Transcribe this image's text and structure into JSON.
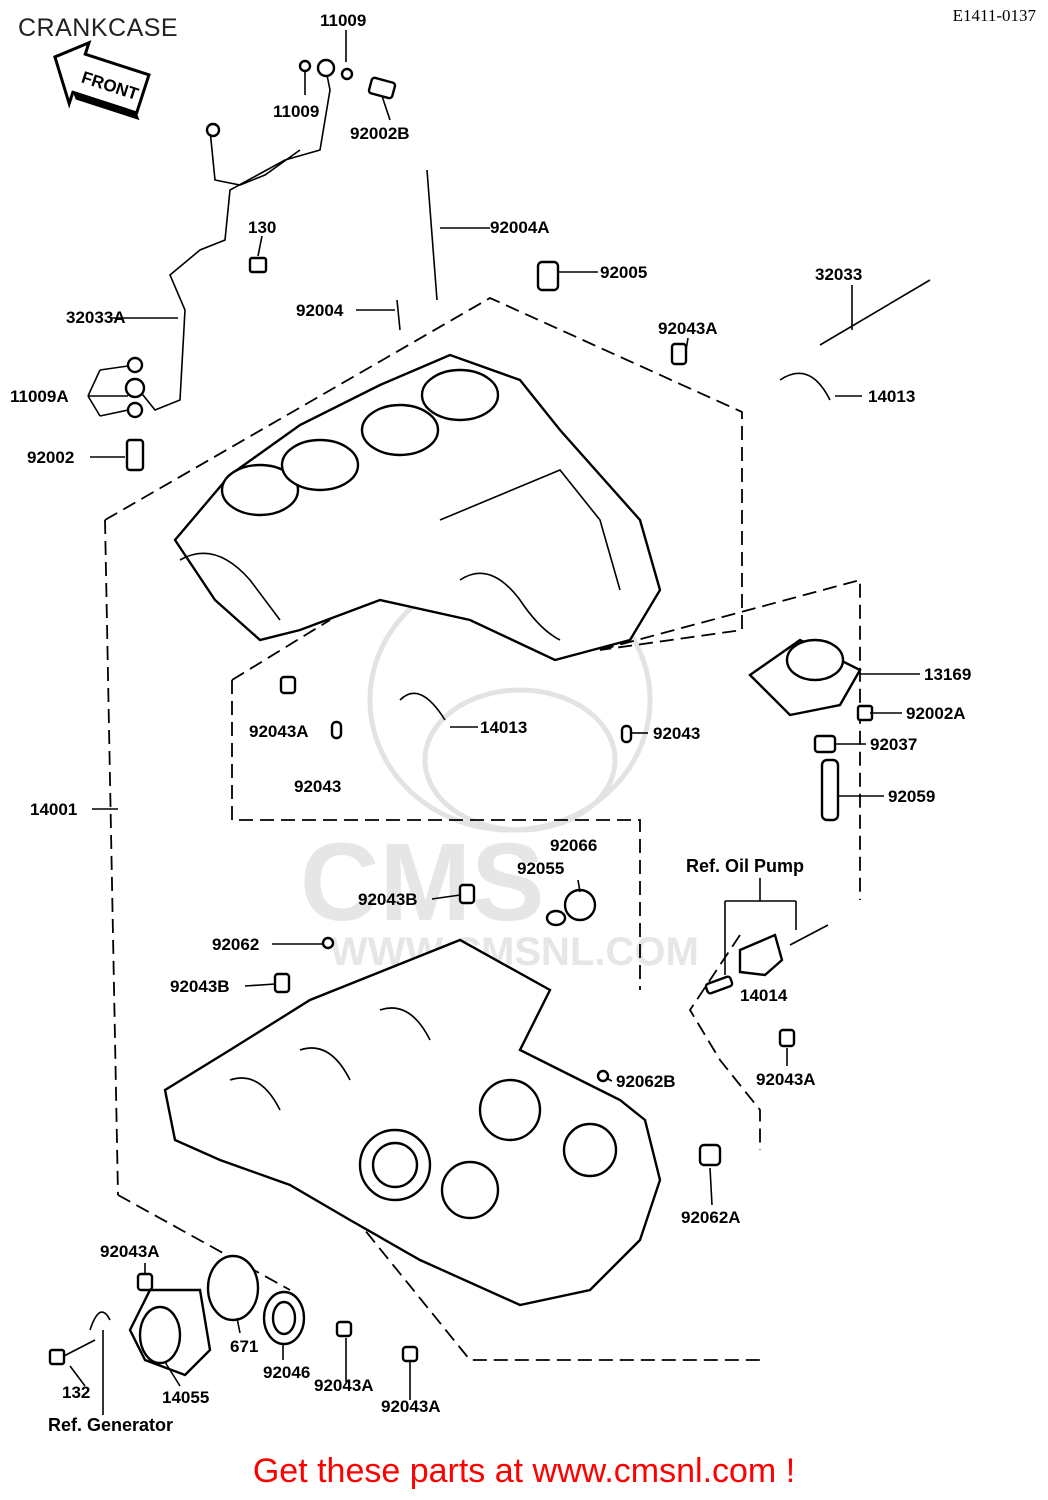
{
  "header": {
    "title": "CRANKCASE",
    "code": "E1411-0137"
  },
  "front_badge": "FRONT",
  "watermark": {
    "brand": "CMS",
    "url": "WWW.CMSNL.COM"
  },
  "labels": {
    "p11009_top": "11009",
    "p11009_mid": "11009",
    "p92002B": "92002B",
    "p92004A": "92004A",
    "p130": "130",
    "p92005": "92005",
    "p32033": "32033",
    "p32033A": "32033A",
    "p92004": "92004",
    "p92043A_top": "92043A",
    "p11009A": "11009A",
    "p14013_top": "14013",
    "p92002": "92002",
    "p13169": "13169",
    "p92043A_left": "92043A",
    "p14013_mid": "14013",
    "p92043_right": "92043",
    "p92002A": "92002A",
    "p92037": "92037",
    "p92043_mid": "92043",
    "p14001": "14001",
    "p92059": "92059",
    "p92066": "92066",
    "p92055": "92055",
    "ref_oil_pump": "Ref. Oil Pump",
    "p92043B_top": "92043B",
    "p92062": "92062",
    "p14014": "14014",
    "p92043B_mid": "92043B",
    "p92062B": "92062B",
    "p92043A_r": "92043A",
    "p92062A": "92062A",
    "p92043A_bl": "92043A",
    "p671": "671",
    "p92046": "92046",
    "p132": "132",
    "p14055": "14055",
    "p92043A_b1": "92043A",
    "p92043A_b2": "92043A",
    "ref_generator": "Ref. Generator"
  },
  "footer": {
    "link_text": "Get these parts at www.cmsnl.com !"
  }
}
